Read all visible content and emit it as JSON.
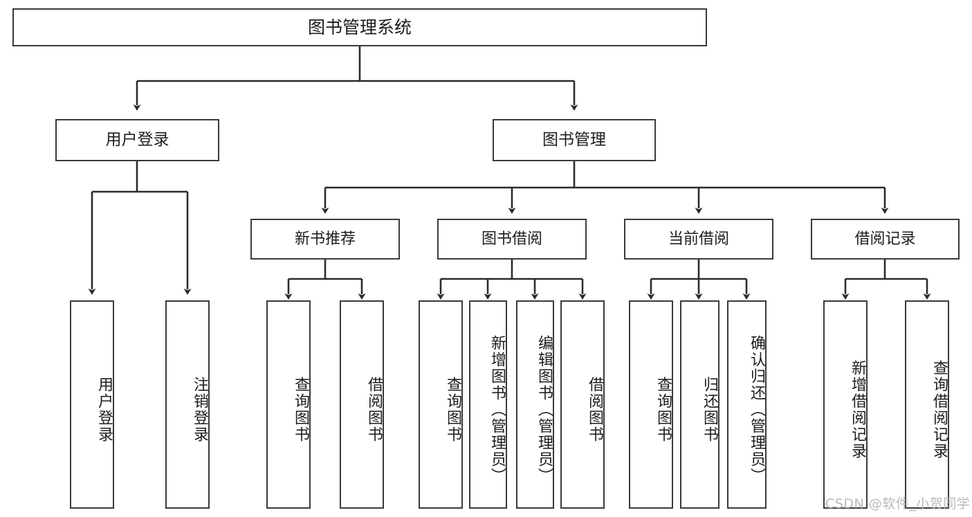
{
  "diagram": {
    "type": "hierarchy-tree",
    "title": "图书管理系统",
    "orientation": "top-down",
    "colors": {
      "background": "#ffffff",
      "box_border": "#3a3a3a",
      "box_fill": "#ffffff",
      "edge": "#2b2b2b",
      "text": "#1d1d1d",
      "watermark": "#b9b9b9"
    }
  },
  "nodes": {
    "root": {
      "label": "图书管理系统"
    },
    "level2": [
      {
        "id": "user-login",
        "label": "用户登录"
      },
      {
        "id": "book-manage",
        "label": "图书管理"
      }
    ],
    "level3": [
      {
        "id": "new-book-recommend",
        "label": "新书推荐",
        "parent": "book-manage"
      },
      {
        "id": "book-borrow",
        "label": "图书借阅",
        "parent": "book-manage"
      },
      {
        "id": "current-borrow",
        "label": "当前借阅",
        "parent": "book-manage"
      },
      {
        "id": "borrow-record",
        "label": "借阅记录",
        "parent": "book-manage"
      }
    ],
    "leaves": [
      {
        "id": "leaf-user-login",
        "label": "用户登录",
        "parent": "user-login"
      },
      {
        "id": "leaf-user-logout",
        "label": "注销登录",
        "parent": "user-login"
      },
      {
        "id": "leaf-query-book-1",
        "label": "查询图书",
        "parent": "new-book-recommend"
      },
      {
        "id": "leaf-borrow-book-1",
        "label": "借阅图书",
        "parent": "new-book-recommend"
      },
      {
        "id": "leaf-query-book-2",
        "label": "查询图书",
        "parent": "book-borrow"
      },
      {
        "id": "leaf-add-book",
        "label": "新增图书（管理员）",
        "parent": "book-borrow"
      },
      {
        "id": "leaf-edit-book",
        "label": "编辑图书（管理员）",
        "parent": "book-borrow"
      },
      {
        "id": "leaf-borrow-book-2",
        "label": "借阅图书",
        "parent": "book-borrow"
      },
      {
        "id": "leaf-query-book-3",
        "label": "查询图书",
        "parent": "current-borrow"
      },
      {
        "id": "leaf-return-book",
        "label": "归还图书",
        "parent": "current-borrow"
      },
      {
        "id": "leaf-confirm-return",
        "label": "确认归还（管理员）",
        "parent": "current-borrow"
      },
      {
        "id": "leaf-add-record",
        "label": "新增借阅记录",
        "parent": "borrow-record"
      },
      {
        "id": "leaf-query-record",
        "label": "查询借阅记录",
        "parent": "borrow-record"
      }
    ]
  },
  "watermark": {
    "text": "CSDN @软件_小贺同学"
  }
}
